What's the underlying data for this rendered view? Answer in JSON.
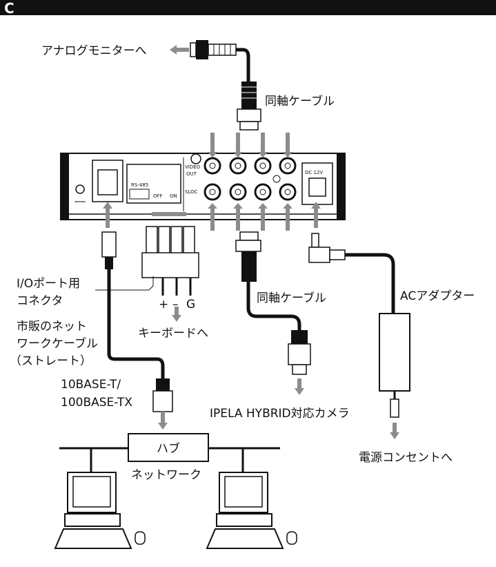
{
  "section_label": "C",
  "labels": {
    "analog_monitor": "アナログモニターへ",
    "coax_cable_top": "同軸ケーブル",
    "coax_cable_bottom": "同軸ケーブル",
    "io_port_line1": "I/Oポート用",
    "io_port_line2": "コネクタ",
    "cable_line1": "市販のネット",
    "cable_line2": "ワークケーブル",
    "cable_line3": "（ストレート）",
    "keyboard": "キーボードへ",
    "base_t": "10BASE-T/",
    "base_tx": "100BASE-TX",
    "camera": "IPELA HYBRID対応カメラ",
    "ac_adapter": "ACアダプター",
    "power_outlet": "電源コンセントへ",
    "hub": "ハブ",
    "network": "ネットワーク",
    "pin_plus": "+",
    "pin_minus": "–",
    "pin_g": "G"
  },
  "panel_labels": {
    "video_out_1": "VIDEO",
    "video_out_2": "OUT",
    "sloc": "SLOC",
    "rs485": "RS-485",
    "off": "OFF",
    "on": "ON",
    "dc": "DC 12V"
  },
  "colors": {
    "header_bg": "#111111",
    "arrow_gray": "#8c8c8c",
    "line": "#111111"
  }
}
